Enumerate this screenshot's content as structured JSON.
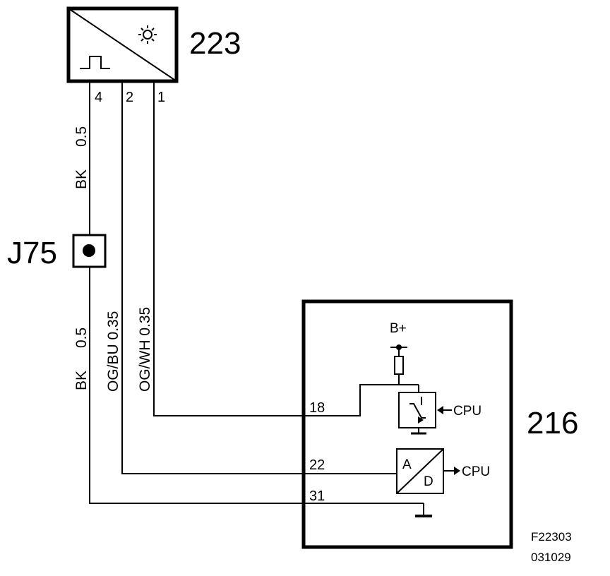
{
  "sensor": {
    "id": "223",
    "pins": {
      "p4": "4",
      "p2": "2",
      "p1": "1"
    },
    "icons": [
      "sun-icon",
      "pulse-signal-icon"
    ]
  },
  "connector": {
    "id": "J75"
  },
  "module": {
    "id": "216",
    "pins": {
      "p18": "18",
      "p22": "22",
      "p31": "31"
    },
    "supply": "B+",
    "cpu_out": "CPU",
    "cpu_in": "CPU",
    "adc_a": "A",
    "adc_d": "D"
  },
  "wires": {
    "bk_upper": {
      "color": "BK",
      "size": "0.5"
    },
    "bk_lower": {
      "color": "BK",
      "size": "0.5"
    },
    "og_bu": "OG/BU 0.35",
    "og_wh": "OG/WH 0.35"
  },
  "footer": {
    "figure": "F22303",
    "date": "031029"
  }
}
